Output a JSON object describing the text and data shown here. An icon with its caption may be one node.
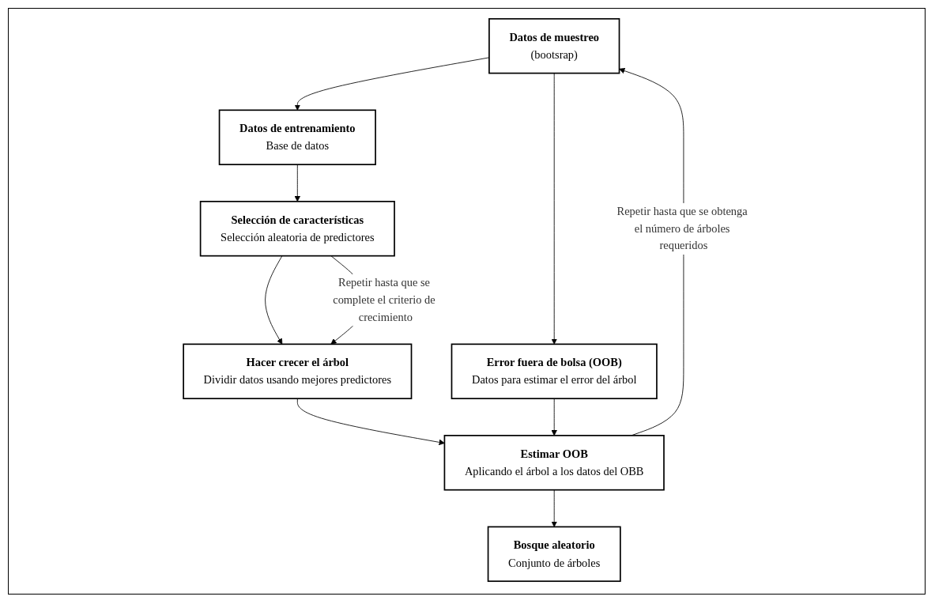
{
  "diagram": {
    "nodes": [
      {
        "text": [
          "Datos de muestreo",
          "(bootsrap)"
        ]
      },
      {
        "text": [
          "Datos de entrenamiento",
          "Base de datos"
        ]
      },
      {
        "text": [
          "Error fuera de bolsa (OOB)",
          "Datos para estimar el error del árbol"
        ]
      },
      {
        "text": [
          "Selección de características",
          "Selección aleatoria de predictores"
        ]
      },
      {
        "text": [
          "Hacer crecer el árbol",
          "Dividir datos usando mejores predictores"
        ]
      },
      {
        "text": [
          "Estimar OOB",
          "Aplicando el árbol a los datos del OBB"
        ]
      },
      {
        "text": [
          "Bosque aleatorio",
          "Conjunto de árboles"
        ]
      }
    ],
    "edges": [
      {
        "from": 0,
        "to": 1,
        "arrow": "to"
      },
      {
        "from": 0,
        "to": 2,
        "arrow": "to"
      },
      {
        "from": 1,
        "to": 3,
        "arrow": "to"
      },
      {
        "from": 3,
        "to": 4,
        "arrow": "to"
      },
      {
        "from": 3,
        "to": 4,
        "arrow": "to",
        "label": "Repetir hasta que se complete el criterio de crecimiento"
      },
      {
        "from": 4,
        "to": 5,
        "arrow": "to"
      },
      {
        "from": 2,
        "to": 5,
        "arrow": "to"
      },
      {
        "from": 5,
        "to": 0,
        "arrow": "to",
        "label": "Repetir hasta que se obtenga el número de árboles requeridos"
      },
      {
        "from": 5,
        "to": 6,
        "arrow": "to"
      }
    ]
  }
}
